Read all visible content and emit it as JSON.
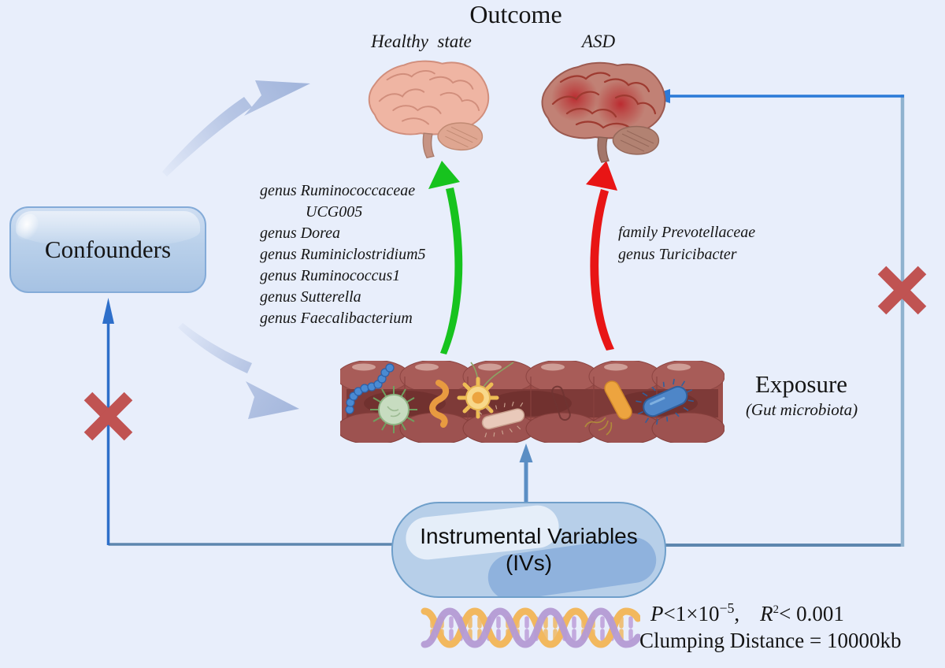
{
  "background_color": "#e8eefb",
  "outcome": {
    "title": "Outcome",
    "healthy_label": "Healthy  state",
    "asd_label": "ASD"
  },
  "confounders": {
    "label": "Confounders"
  },
  "exposure": {
    "title": "Exposure",
    "subtitle": "(Gut microbiota)"
  },
  "instrumental_variables": {
    "line1": "Instrumental Variables",
    "line2": "(IVs)"
  },
  "protective_taxa": {
    "items": [
      "genus Ruminococcaceae",
      "UCG005",
      "genus Dorea",
      "genus Ruminiclostridium5",
      "genus Ruminococcus1",
      "genus Sutterella",
      "genus Faecalibacterium"
    ]
  },
  "risk_taxa": {
    "items": [
      "family Prevotellaceae",
      "genus Turicibacter"
    ]
  },
  "iv_criteria": {
    "p_var": "P",
    "p_rel": "<1×10",
    "p_exp": "−5",
    "comma": ",",
    "r_var": "R",
    "r_sup": "2",
    "r_rel": "< 0.001",
    "clumping": "Clumping Distance = 10000kb"
  },
  "colors": {
    "protective_arrow": "#17c31e",
    "risk_arrow": "#e81515",
    "cross": "#c05352",
    "iv_line_blue": "#2e6fca",
    "outcome_arrow_blue": "#2b7ad8",
    "loop_line": "#5d86ae",
    "right_vertical_line": "#8fb2cf",
    "swoosh": "#a3b6dc"
  }
}
